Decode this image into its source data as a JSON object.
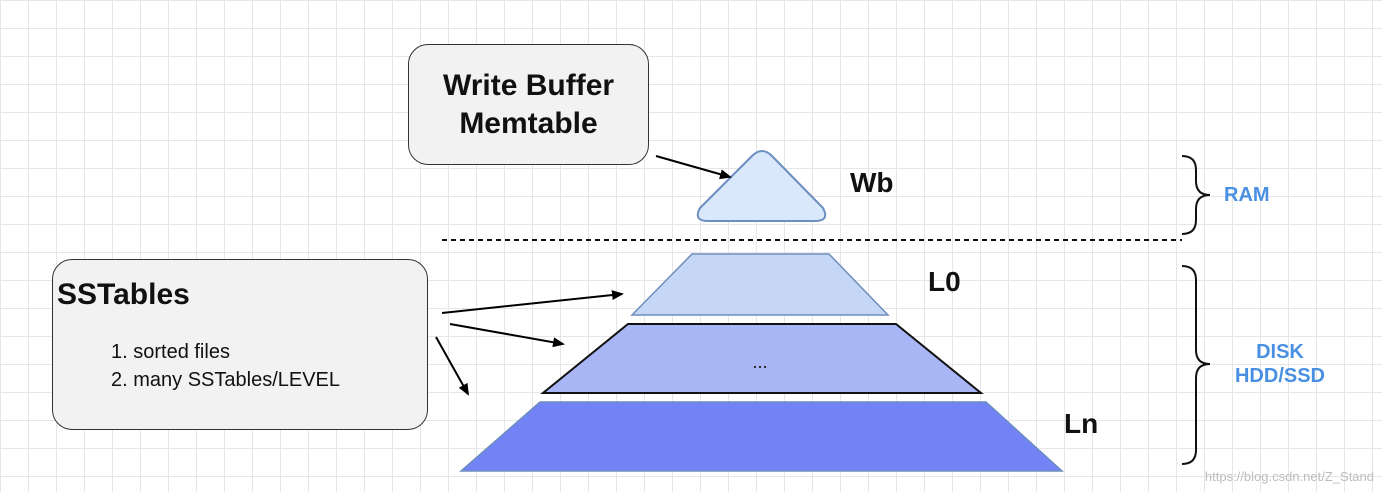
{
  "write_buffer": {
    "line1": "Write Buffer",
    "line2": "Memtable"
  },
  "sstables": {
    "title": "SSTables",
    "items": [
      "1. sorted files",
      "2. many SSTables/LEVEL"
    ]
  },
  "levels": {
    "wb": "Wb",
    "l0": "L0",
    "middle": "...",
    "ln": "Ln"
  },
  "memory": {
    "ram": "RAM",
    "disk_line1": "DISK",
    "disk_line2": "HDD/SSD"
  },
  "watermark": "https://blog.csdn.net/Z_Stand",
  "colors": {
    "wb_fill": "#dae8fc",
    "l0_fill": "#c5d7f5",
    "middle_fill": "#a9b6f5",
    "ln_fill": "#7283f5",
    "shape_stroke": "#6c8ebf",
    "label_blue": "#4a90e2"
  }
}
